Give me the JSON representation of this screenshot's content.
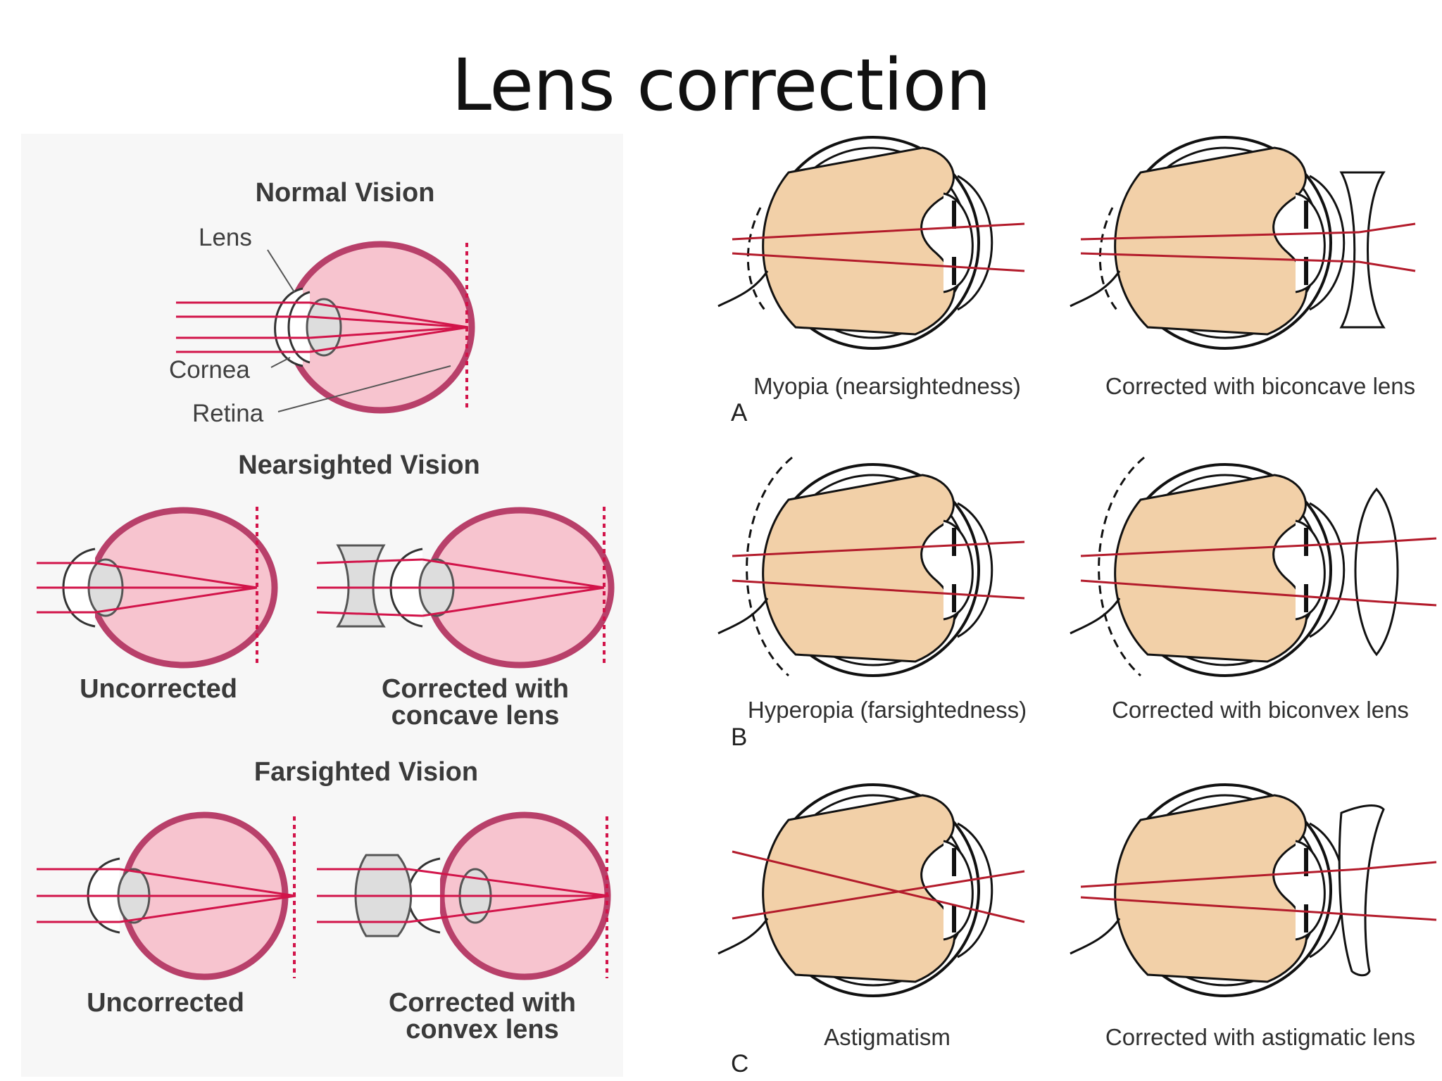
{
  "slide": {
    "title": "Lens correction"
  },
  "left_panel": {
    "normal": {
      "title": "Normal Vision",
      "labels": {
        "lens": "Lens",
        "cornea": "Cornea",
        "retina": "Retina"
      }
    },
    "nearsighted": {
      "title": "Nearsighted Vision",
      "uncorrected": "Uncorrected",
      "corrected_line1": "Corrected with",
      "corrected_line2": "concave lens"
    },
    "farsighted": {
      "title": "Farsighted Vision",
      "uncorrected": "Uncorrected",
      "corrected_line1": "Corrected with",
      "corrected_line2": "convex lens"
    }
  },
  "right_panel": {
    "row_a": {
      "letter": "A",
      "condition": "Myopia (nearsightedness)",
      "corrected": "Corrected with biconcave lens"
    },
    "row_b": {
      "letter": "B",
      "condition": "Hyperopia (farsightedness)",
      "corrected": "Corrected with biconvex lens"
    },
    "row_c": {
      "letter": "C",
      "condition": "Astigmatism",
      "corrected": "Corrected with astigmatic lens"
    }
  },
  "colors": {
    "eye_fill": "#f7c4cf",
    "eye_stroke": "#b8406a",
    "ray": "#d2144a",
    "lens_fill": "#dddddd",
    "vitreous_fill": "#f2d0a8",
    "ray_dark": "#b31b2b"
  }
}
